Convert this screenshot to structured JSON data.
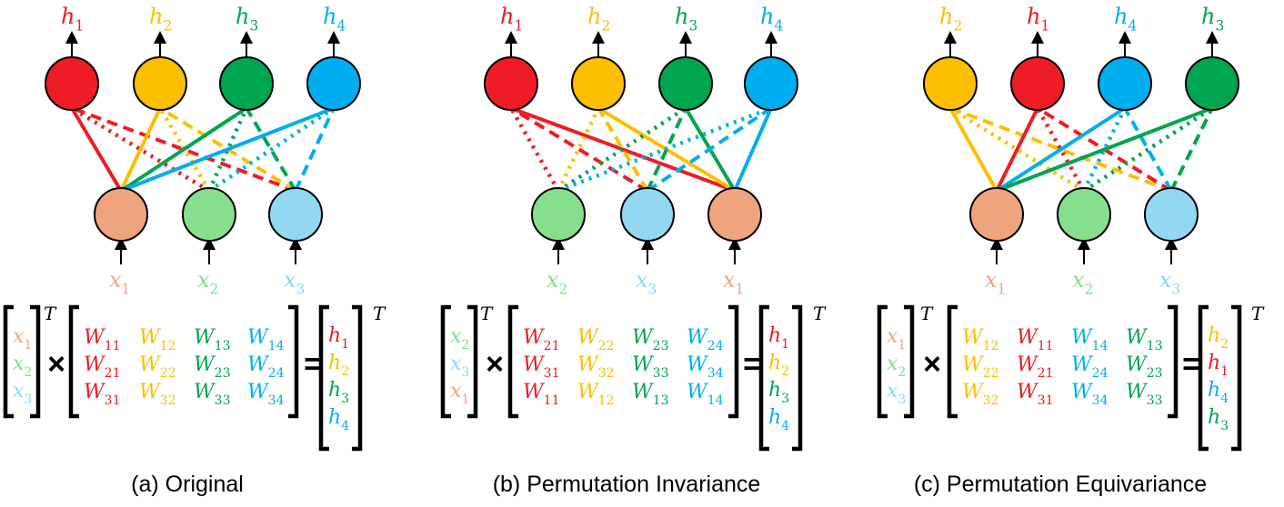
{
  "colors": {
    "red": "#ee1c25",
    "yellow": "#fcbf00",
    "green": "#00a550",
    "blue": "#00aeef",
    "in1": "#f0a47e",
    "in2": "#86df8c",
    "in3": "#92d8f5",
    "in1_text": "#efa57f",
    "in2_text": "#82dd8a",
    "in3_text": "#8dd5f4",
    "ink": "#000000"
  },
  "symbols": {
    "times": "×",
    "equals": "=",
    "transpose": "T"
  },
  "panels": [
    {
      "caption": "(a) Original",
      "outputs": [
        {
          "label": "h",
          "sub": "1",
          "color": "red"
        },
        {
          "label": "h",
          "sub": "2",
          "color": "yellow"
        },
        {
          "label": "h",
          "sub": "3",
          "color": "green"
        },
        {
          "label": "h",
          "sub": "4",
          "color": "blue"
        }
      ],
      "inputs": [
        {
          "label": "x",
          "sub": "1",
          "color": "in1"
        },
        {
          "label": "x",
          "sub": "2",
          "color": "in2"
        },
        {
          "label": "x",
          "sub": "3",
          "color": "in3"
        }
      ],
      "weight_rows": [
        [
          {
            "t": "W",
            "s": "11",
            "c": "red"
          },
          {
            "t": "W",
            "s": "12",
            "c": "yellow"
          },
          {
            "t": "W",
            "s": "13",
            "c": "green"
          },
          {
            "t": "W",
            "s": "14",
            "c": "blue"
          }
        ],
        [
          {
            "t": "W",
            "s": "21",
            "c": "red"
          },
          {
            "t": "W",
            "s": "22",
            "c": "yellow"
          },
          {
            "t": "W",
            "s": "23",
            "c": "green"
          },
          {
            "t": "W",
            "s": "24",
            "c": "blue"
          }
        ],
        [
          {
            "t": "W",
            "s": "31",
            "c": "red"
          },
          {
            "t": "W",
            "s": "32",
            "c": "yellow"
          },
          {
            "t": "W",
            "s": "33",
            "c": "green"
          },
          {
            "t": "W",
            "s": "34",
            "c": "blue"
          }
        ]
      ],
      "result": [
        {
          "t": "h",
          "s": "1",
          "c": "red"
        },
        {
          "t": "h",
          "s": "2",
          "c": "yellow"
        },
        {
          "t": "h",
          "s": "3",
          "c": "green"
        },
        {
          "t": "h",
          "s": "4",
          "c": "blue"
        }
      ]
    },
    {
      "caption": "(b) Permutation Invariance",
      "outputs": [
        {
          "label": "h",
          "sub": "1",
          "color": "red"
        },
        {
          "label": "h",
          "sub": "2",
          "color": "yellow"
        },
        {
          "label": "h",
          "sub": "3",
          "color": "green"
        },
        {
          "label": "h",
          "sub": "4",
          "color": "blue"
        }
      ],
      "inputs": [
        {
          "label": "x",
          "sub": "2",
          "color": "in2"
        },
        {
          "label": "x",
          "sub": "3",
          "color": "in3"
        },
        {
          "label": "x",
          "sub": "1",
          "color": "in1"
        }
      ],
      "weight_rows": [
        [
          {
            "t": "W",
            "s": "21",
            "c": "red"
          },
          {
            "t": "W",
            "s": "22",
            "c": "yellow"
          },
          {
            "t": "W",
            "s": "23",
            "c": "green"
          },
          {
            "t": "W",
            "s": "24",
            "c": "blue"
          }
        ],
        [
          {
            "t": "W",
            "s": "31",
            "c": "red"
          },
          {
            "t": "W",
            "s": "32",
            "c": "yellow"
          },
          {
            "t": "W",
            "s": "33",
            "c": "green"
          },
          {
            "t": "W",
            "s": "34",
            "c": "blue"
          }
        ],
        [
          {
            "t": "W",
            "s": "11",
            "c": "red"
          },
          {
            "t": "W",
            "s": "12",
            "c": "yellow"
          },
          {
            "t": "W",
            "s": "13",
            "c": "green"
          },
          {
            "t": "W",
            "s": "14",
            "c": "blue"
          }
        ]
      ],
      "result": [
        {
          "t": "h",
          "s": "1",
          "c": "red"
        },
        {
          "t": "h",
          "s": "2",
          "c": "yellow"
        },
        {
          "t": "h",
          "s": "3",
          "c": "green"
        },
        {
          "t": "h",
          "s": "4",
          "c": "blue"
        }
      ]
    },
    {
      "caption": "(c) Permutation Equivariance",
      "outputs": [
        {
          "label": "h",
          "sub": "2",
          "color": "yellow"
        },
        {
          "label": "h",
          "sub": "1",
          "color": "red"
        },
        {
          "label": "h",
          "sub": "4",
          "color": "blue"
        },
        {
          "label": "h",
          "sub": "3",
          "color": "green"
        }
      ],
      "inputs": [
        {
          "label": "x",
          "sub": "1",
          "color": "in1"
        },
        {
          "label": "x",
          "sub": "2",
          "color": "in2"
        },
        {
          "label": "x",
          "sub": "3",
          "color": "in3"
        }
      ],
      "weight_rows": [
        [
          {
            "t": "W",
            "s": "12",
            "c": "yellow"
          },
          {
            "t": "W",
            "s": "11",
            "c": "red"
          },
          {
            "t": "W",
            "s": "14",
            "c": "blue"
          },
          {
            "t": "W",
            "s": "13",
            "c": "green"
          }
        ],
        [
          {
            "t": "W",
            "s": "22",
            "c": "yellow"
          },
          {
            "t": "W",
            "s": "21",
            "c": "red"
          },
          {
            "t": "W",
            "s": "24",
            "c": "blue"
          },
          {
            "t": "W",
            "s": "23",
            "c": "green"
          }
        ],
        [
          {
            "t": "W",
            "s": "32",
            "c": "yellow"
          },
          {
            "t": "W",
            "s": "31",
            "c": "red"
          },
          {
            "t": "W",
            "s": "34",
            "c": "blue"
          },
          {
            "t": "W",
            "s": "33",
            "c": "green"
          }
        ]
      ],
      "result": [
        {
          "t": "h",
          "s": "2",
          "c": "yellow"
        },
        {
          "t": "h",
          "s": "1",
          "c": "red"
        },
        {
          "t": "h",
          "s": "4",
          "c": "blue"
        },
        {
          "t": "h",
          "s": "3",
          "c": "green"
        }
      ]
    }
  ]
}
